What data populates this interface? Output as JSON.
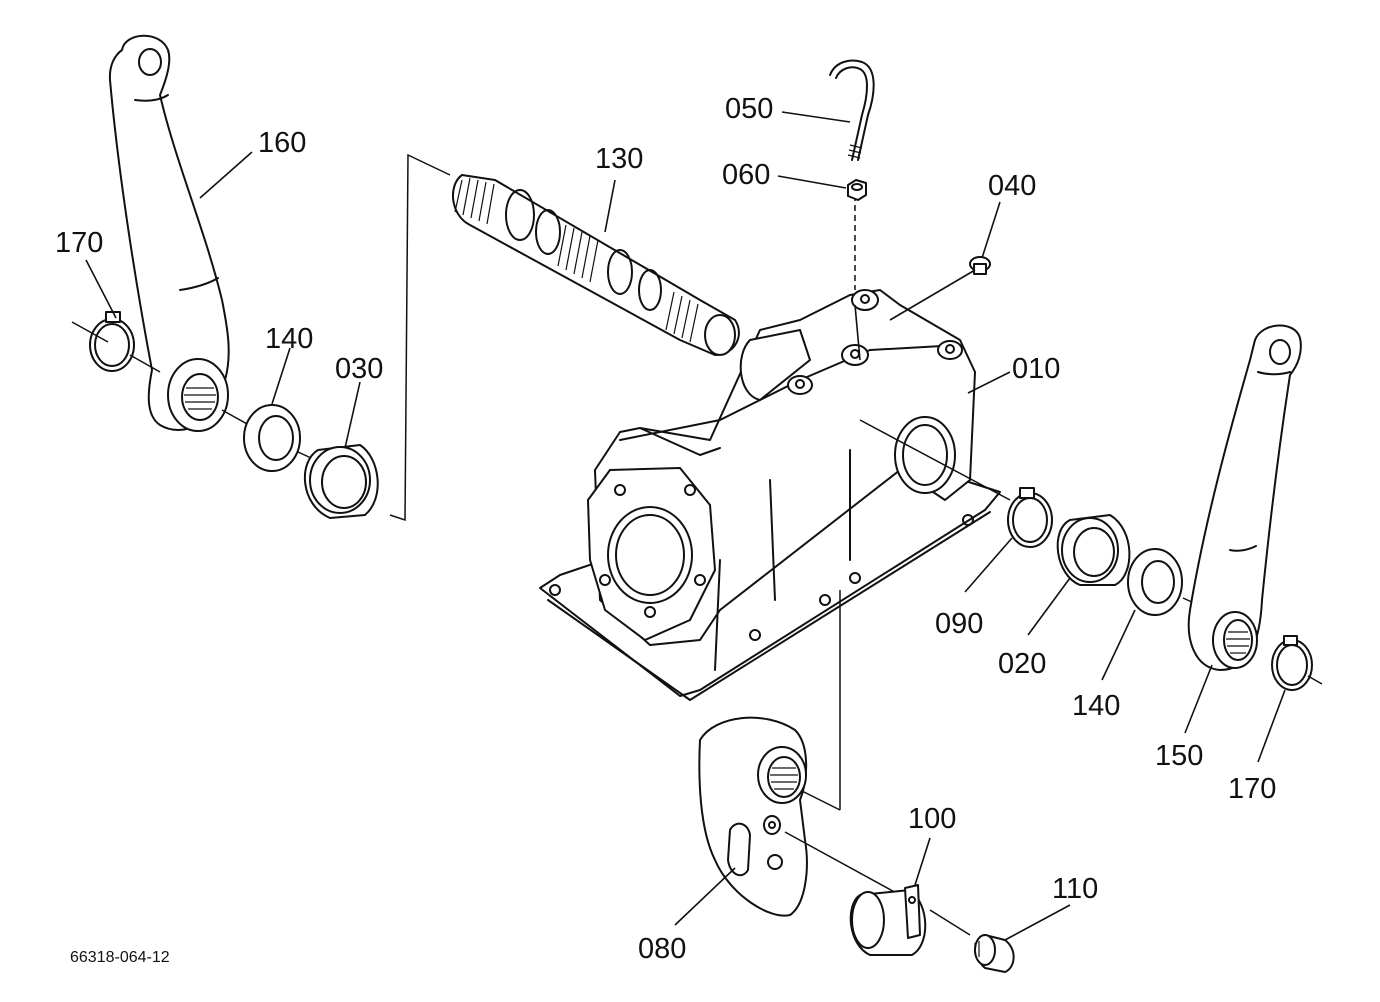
{
  "diagram": {
    "drawing_code": "66318-064-12",
    "callouts": [
      {
        "id": "c160",
        "label": "160"
      },
      {
        "id": "c170l",
        "label": "170"
      },
      {
        "id": "c140l",
        "label": "140"
      },
      {
        "id": "c030",
        "label": "030"
      },
      {
        "id": "c130",
        "label": "130"
      },
      {
        "id": "c050",
        "label": "050"
      },
      {
        "id": "c060",
        "label": "060"
      },
      {
        "id": "c040",
        "label": "040"
      },
      {
        "id": "c010",
        "label": "010"
      },
      {
        "id": "c090",
        "label": "090"
      },
      {
        "id": "c020",
        "label": "020"
      },
      {
        "id": "c140r",
        "label": "140"
      },
      {
        "id": "c150",
        "label": "150"
      },
      {
        "id": "c170r",
        "label": "170"
      },
      {
        "id": "c100",
        "label": "100"
      },
      {
        "id": "c110",
        "label": "110"
      },
      {
        "id": "c080",
        "label": "080"
      }
    ]
  }
}
